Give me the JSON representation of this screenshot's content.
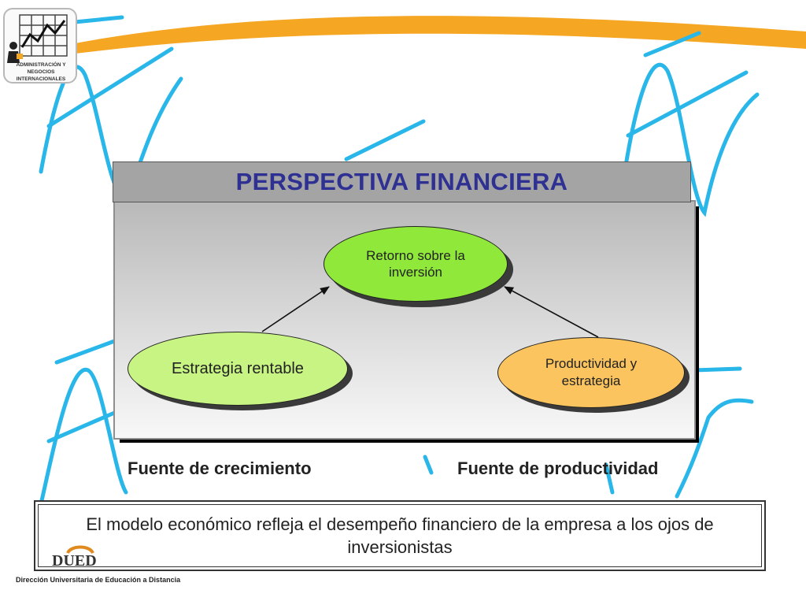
{
  "header": {
    "logo_text_line1": "ADMINISTRACIÓN Y",
    "logo_text_line2": "NEGOCIOS INTERNACIONALES"
  },
  "diagram": {
    "title": "PERSPECTIVA FINANCIERA",
    "nodes": {
      "retorno": "Retorno sobre la inversión",
      "estrategia": "Estrategia rentable",
      "productividad": "Productividad y estrategia"
    },
    "sources": {
      "left": "Fuente de crecimiento",
      "right": "Fuente de productividad"
    }
  },
  "statement": "El modelo económico refleja el desempeño financiero de la empresa a los ojos de inversionistas",
  "footer": {
    "logo_text": "DUED",
    "institution": "Dirección Universitaria de Educación a Distancia"
  },
  "colors": {
    "title": "#2e3192",
    "retorno_node": "#8fe83a",
    "estrategia_node": "#c8f484",
    "productividad_node": "#fbc45e",
    "swoosh": "#f5a623",
    "decor_lines": "#29b6e8"
  }
}
